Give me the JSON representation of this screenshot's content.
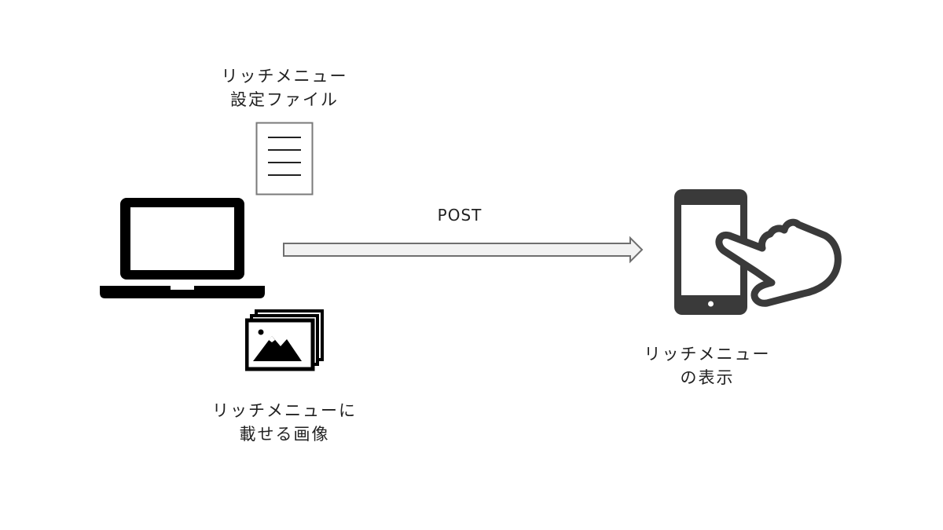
{
  "config_file": {
    "label_lines": [
      "リッチメニュー",
      "設定ファイル"
    ],
    "icon": "document-icon"
  },
  "images": {
    "label_lines": [
      "リッチメニューに",
      "載せる画像"
    ],
    "icon": "images-icon"
  },
  "laptop": {
    "icon": "laptop-icon"
  },
  "arrow": {
    "label": "POST",
    "icon": "arrow-right-icon"
  },
  "display": {
    "label_lines": [
      "リッチメニュー",
      "の表示"
    ],
    "icon": "smartphone-tap-icon"
  },
  "colors": {
    "ink": "#222222",
    "laptop": "#000000",
    "phone": "#3a3a3a",
    "arrow_fill": "#f2f2f2",
    "arrow_stroke": "#6f6f6f",
    "doc_stroke": "#7a7a7a"
  }
}
